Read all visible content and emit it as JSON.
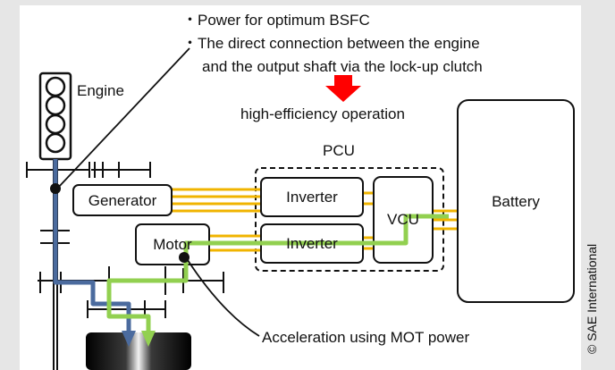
{
  "notes": {
    "line1": "・Power for optimum  BSFC",
    "line2": "・The direct connection between  the engine",
    "line3": "and the output shaft via the lock-up clutch"
  },
  "arrow_caption": "high-efficiency operation",
  "labels": {
    "engine": "Engine",
    "pcu": "PCU",
    "generator": "Generator",
    "inverter_top": "Inverter",
    "inverter_bottom": "Inverter",
    "vcu": "VCU",
    "battery": "Battery",
    "motor": "Motor"
  },
  "acceleration_caption": "Acceleration using MOT power",
  "credit": "© SAE International",
  "colors": {
    "engine_path": "#4b6b9e",
    "motor_path": "#92d050",
    "wiring": "#f0b400",
    "arrow": "#ff0000"
  }
}
